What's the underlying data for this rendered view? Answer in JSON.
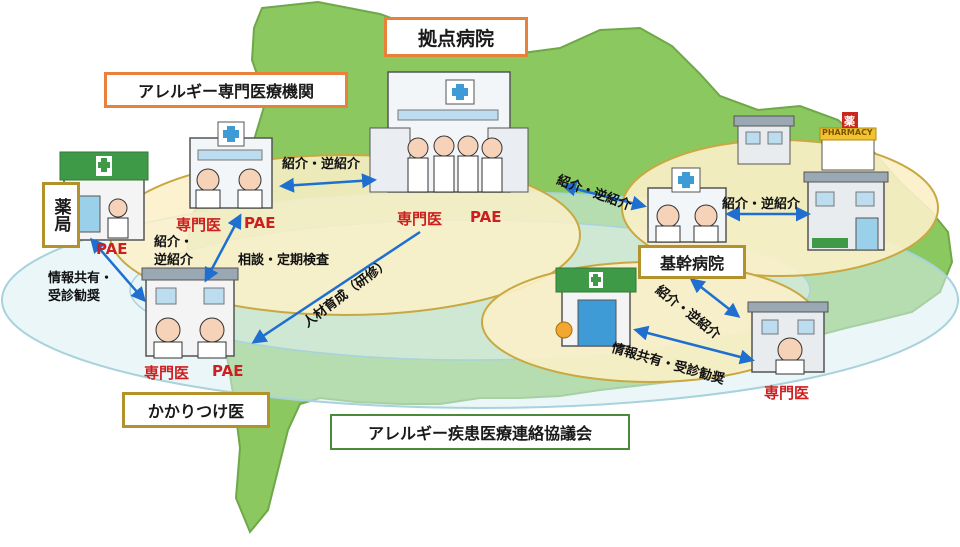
{
  "boxes": {
    "hub_hospital": "拠点病院",
    "allergy_specialist_institution": "アレルギー専門医療機関",
    "pharmacy": "薬局",
    "core_hospital": "基幹病院",
    "family_doctor": "かかりつけ医",
    "council": "アレルギー疾患医療連絡協議会"
  },
  "labels": {
    "referral_hub_left": "紹介・逆紹介",
    "referral_hub_right": "紹介・逆紹介",
    "referral_core_right": "紹介・逆紹介",
    "referral_left_a": "紹介・",
    "referral_left_b": "逆紹介",
    "consult_checkup": "相談・定期検査",
    "info_share_a": "情報共有・",
    "info_share_b": "受診勧奨",
    "training": "人材育成（研修）",
    "referral_core_down": "紹介・逆紹介",
    "info_share_bottom": "情報共有・受診勧奨"
  },
  "staff": {
    "hub_specialist": "専門医",
    "hub_pae": "PAE",
    "left_specialist": "専門医",
    "left_pae": "PAE",
    "pharmacy_pae": "PAE",
    "clinic_specialist": "専門医",
    "clinic_pae": "PAE",
    "core_specialist": "専門医"
  },
  "building_signs": {
    "pharmacy_sign": "薬",
    "pharmacy_word": "PHARMACY"
  },
  "colors": {
    "map_green": "#8cc860",
    "ellipse_fill": "#fbf0c8",
    "ellipse_stroke": "#c9a842",
    "arrow_blue": "#1e6fd0",
    "accent_red": "#cc1f1f",
    "box_orange": "#e8823a",
    "box_olive": "#b3922c",
    "box_green": "#4a8a3a"
  }
}
